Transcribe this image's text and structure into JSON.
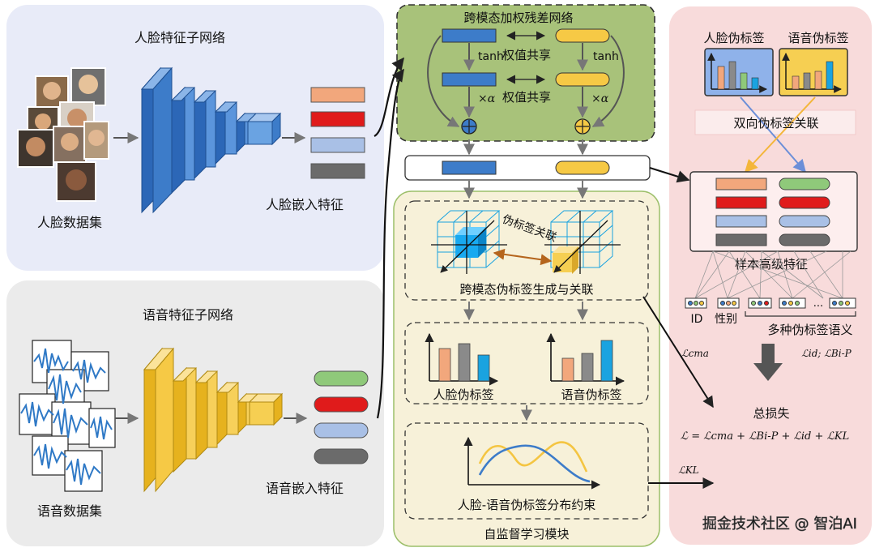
{
  "face_panel": {
    "subnet_title": "人脸特征子网络",
    "dataset_label": "人脸数据集",
    "embedding_label": "人脸嵌入特征"
  },
  "voice_panel": {
    "subnet_title": "语音特征子网络",
    "dataset_label": "语音数据集",
    "embedding_label": "语音嵌入特征"
  },
  "residual_block": {
    "title": "跨模态加权残差网络",
    "tanh_left": "tanh",
    "tanh_right": "tanh",
    "weight_share_1": "权值共享",
    "weight_share_2": "权值共享",
    "alpha_left": "×α",
    "alpha_right": "×α"
  },
  "ssl_module": {
    "title": "自监督学习模块",
    "pseudo_assoc": "伪标签关联",
    "gen_assoc_caption": "跨模态伪标签生成与关联",
    "face_pseudo": "人脸伪标签",
    "voice_pseudo": "语音伪标签",
    "dist_caption": "人脸-语音伪标签分布约束"
  },
  "right_panel": {
    "face_pseudo": "人脸伪标签",
    "voice_pseudo": "语音伪标签",
    "bidirectional": "双向伪标签关联",
    "high_level": "样本高级特征",
    "id_label": "ID",
    "gender_label": "性别",
    "multi_semantic": "多种伪标签语义",
    "ellipsis": "...",
    "loss_id_bip": "ℒid; ℒBi-P",
    "total_loss": "总损失",
    "total_formula": "ℒ = ℒcma + ℒBi-P + ℒid + ℒKL"
  },
  "losses": {
    "cma": "ℒcma",
    "kl": "ℒKL"
  },
  "watermark": "掘金技术社区 @ 智泊AI",
  "colors": {
    "face_panel_bg": "#e8ebf8",
    "voice_panel_bg": "#ebebeb",
    "residual_bg": "#a8c27a",
    "ssl_bg": "#f7f1d9",
    "right_bg": "#f8dbdb",
    "blue": "#3d7cc9",
    "yellow": "#f6c945",
    "orange": "#f2a77c",
    "red": "#e01b1b",
    "lightblue": "#a9c0e6",
    "gray": "#6b6b6b",
    "green": "#8fc97a",
    "cyan": "#1aa3e0"
  }
}
